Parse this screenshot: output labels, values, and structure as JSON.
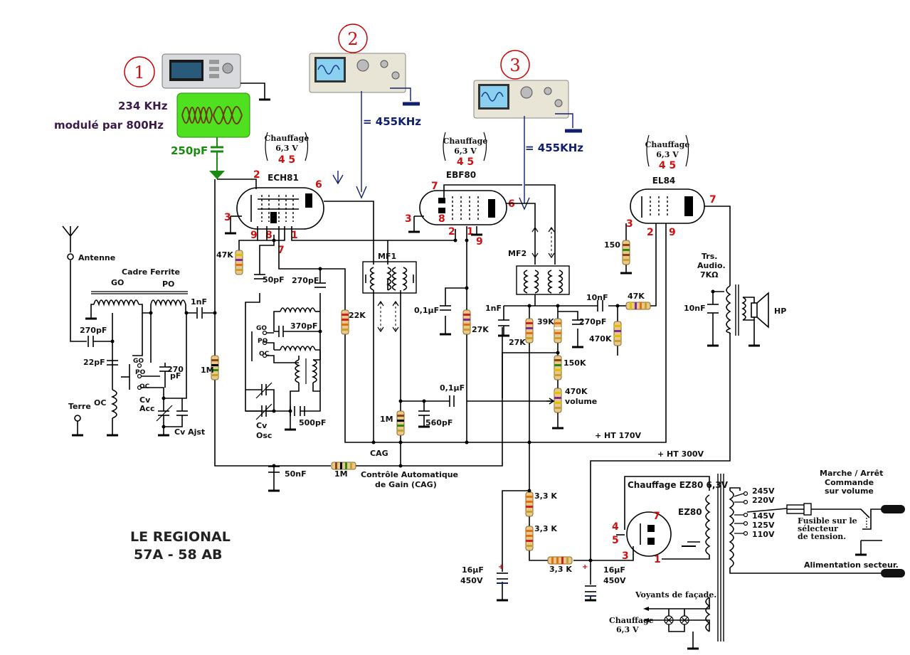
{
  "title": {
    "line1": "LE REGIONAL",
    "line2": "57A  -  58 AB"
  },
  "probes": [
    {
      "num": "1",
      "label1": "234 KHz",
      "label2": "modulé par 800Hz",
      "coupling": "250pF"
    },
    {
      "num": "2",
      "freq": "= 455KHz"
    },
    {
      "num": "3",
      "freq": "= 455KHz"
    }
  ],
  "heating": {
    "title": "Chauffage",
    "voltage": "6,3 V",
    "pins": "4 5"
  },
  "tubes": {
    "ech81": {
      "name": "ECH81",
      "pins": {
        "p2": "2",
        "p3": "3",
        "p6": "6",
        "p9": "9",
        "p8": "8",
        "p1": "1",
        "p7": "7"
      }
    },
    "ebf80": {
      "name": "EBF80",
      "pins": {
        "p7": "7",
        "p3": "3",
        "p8": "8",
        "p6": "6",
        "p2": "2",
        "p1": "1",
        "p9": "9"
      }
    },
    "el84": {
      "name": "EL84",
      "pins": {
        "p7": "7",
        "p3": "3",
        "p2": "2",
        "p9": "9"
      }
    },
    "ez80": {
      "name": "EZ80",
      "pins": {
        "p7": "7",
        "p4": "4",
        "p5": "5",
        "p3": "3",
        "p1": "1"
      }
    }
  },
  "labels": {
    "antenne": "Antenne",
    "terre": "Terre",
    "cadre": "Cadre Ferrite",
    "go": "GO",
    "po": "PO",
    "oc": "OC",
    "cv_acc1": "Cv",
    "cv_acc2": "Acc",
    "cv_ajst": "Cv Ajst",
    "cv_osc1": "Cv",
    "cv_osc2": "Osc",
    "mf1": "MF1",
    "mf2": "MF2",
    "cag": "CAG",
    "cag_desc1": "Contrôle Automatique",
    "cag_desc2": "de Gain (CAG)",
    "volume": "volume",
    "ht170": "+ HT 170V",
    "ht300": "+ HT 300V",
    "trs1": "Trs.",
    "trs2": "Audio.",
    "trs3": "7KΩ",
    "hp": "HP",
    "ez80_heat": "Chauffage EZ80 6,3V",
    "marche1": "Marche / Arrêt",
    "marche2": "Commande",
    "marche3": "sur volume",
    "fusible1": "Fusible sur le",
    "fusible2": "sélecteur",
    "fusible3": "de tension.",
    "alim": "Alimentation secteur.",
    "voyants": "Voyants de façade.",
    "chauffage_bot1": "Chauffage",
    "chauffage_bot2": "6,3 V"
  },
  "voltages": [
    "245V",
    "220V",
    "145V",
    "125V",
    "110V"
  ],
  "components": {
    "c_270pf_ant": "270pF",
    "c_22pf": "22pF",
    "c_270pf_po1": "270",
    "c_270pf_po2": "pF",
    "c_1nf_a": "1nF",
    "r_1m_a": "1M",
    "r_47k_a": "47K",
    "c_50pf": "50pF",
    "c_270pf_osc": "270pF",
    "c_370pf": "370pF",
    "c_500pf": "500pF",
    "r_22k": "22K",
    "c_01uf_a": "0,1µF",
    "r_27k_a": "27K",
    "c_1nf_b": "1nF",
    "r_27k_b": "27K",
    "r_39k": "39K",
    "c_270pf_b": "270pF",
    "c_10nf": "10nF",
    "r_47k_b": "47K",
    "r_470k": "470K",
    "r_150k": "150K",
    "p_470k": "470K",
    "c_01uf_b": "0,1µF",
    "r_1m_b": "1M",
    "c_560pf": "560pF",
    "c_50nf": "50nF",
    "r_1m_c": "1M",
    "r_150": "150",
    "c_10nf_b": "10nF",
    "r_33k_a": "3,3 K",
    "r_33k_b": "3,3 K",
    "r_33k_c": "3,3 K",
    "c_16uf_a1": "16µF",
    "c_16uf_a2": "450V",
    "c_16uf_b1": "16µF",
    "c_16uf_b2": "450V"
  }
}
